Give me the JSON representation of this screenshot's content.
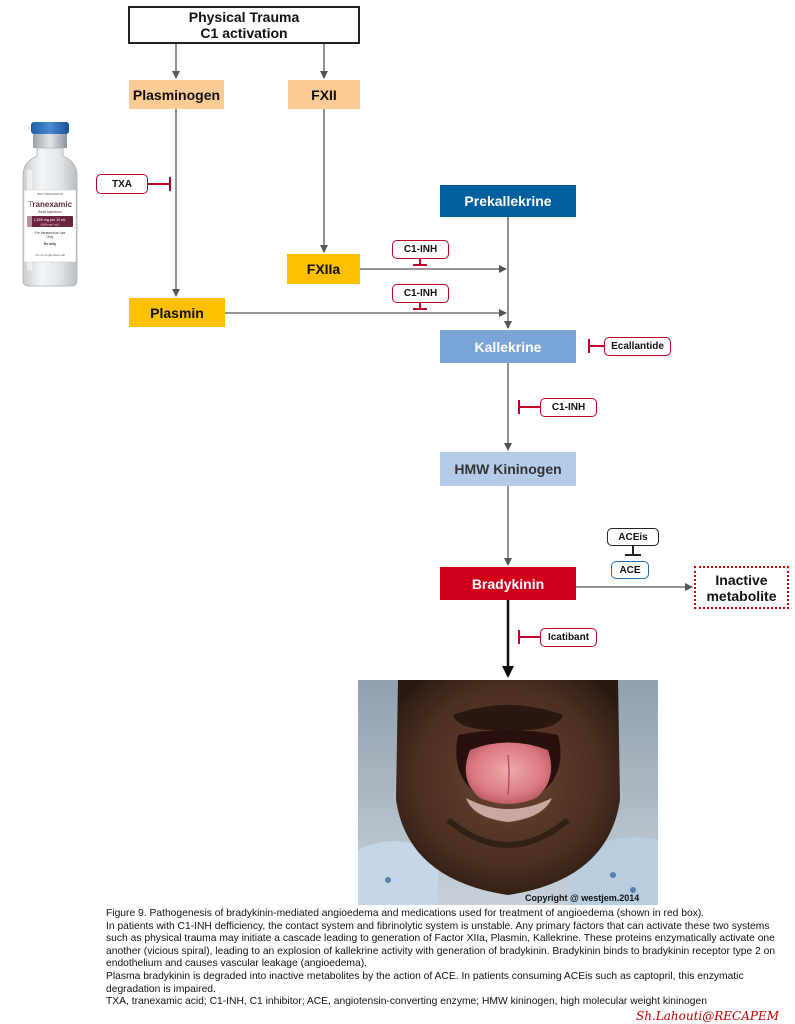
{
  "nodes": {
    "trauma_line1": "Physical Trauma",
    "trauma_line2": "C1 activation",
    "plasminogen": "Plasminogen",
    "fxii": "FXII",
    "prekallekrine": "Prekallekrine",
    "fxiia": "FXIIa",
    "plasmin": "Plasmin",
    "kallekrine": "Kallekrine",
    "hmw_kininogen": "HMW Kininogen",
    "bradykinin": "Bradykinin",
    "inactive_line1": "Inactive",
    "inactive_line2": "metabolite"
  },
  "inhibitors": {
    "txa": "TXA",
    "c1inh_fxiia": "C1-INH",
    "c1inh_plasmin": "C1-INH",
    "ecallantide": "Ecallantide",
    "c1inh_kallekrine": "C1-INH",
    "aceis": "ACEis",
    "ace": "ACE",
    "icatibant": "Icatibant"
  },
  "vial_label": {
    "ndc": "NDC 00000-000-00",
    "brand": "Tranexamic",
    "sub": "Acid Injection",
    "dose": "1,000 mg per 10 mL",
    "dose_sub": "(100 mg / mL)",
    "route": "For Intravenous Use",
    "only": "Only",
    "rx": "Rx only",
    "size": "10 mL single-dose vial"
  },
  "photo_copyright": "Copyright @ westjem.2014",
  "caption": {
    "line1": "Figure 9. Pathogenesis of bradykinin-mediated angioedema and medications used for treatment of angioedema (shown in red box).",
    "line2": "In patients with C1-INH defficiency, the contact system and fibrinolytic system is unstable. Any primary factors that can activate these two systems such as physical trauma may initiate a cascade leading to generation of Factor XIIa, Plasmin, Kallekrine. These proteins enzymatically activate one another (vicious spiral), leading to an explosion of kallekrine activity with generation of bradykinin. Bradykinin binds to bradykinin receptor type 2 on endothelium and causes vascular leakage (angioedema).",
    "line3": "Plasma bradykinin is degraded into inactive metabolites by the action of ACE. In patients consuming ACEis such as captopril, this enzymatic degradation is impaired.",
    "line4": "TXA, tranexamic acid; C1-INH, C1 inhibitor; ACE, angiotensin-converting enzyme; HMW kininogen, high molecular weight kininogen"
  },
  "signature": "Sh.Lahouti@RECAPEM",
  "colors": {
    "peach": "#fbcb96",
    "amber": "#ffc000",
    "dark_blue": "#005f9e",
    "mid_blue": "#7ba5d9",
    "light_blue": "#b3cbe8",
    "red": "#d3001b",
    "inhibitor_red": "#c0002a"
  }
}
